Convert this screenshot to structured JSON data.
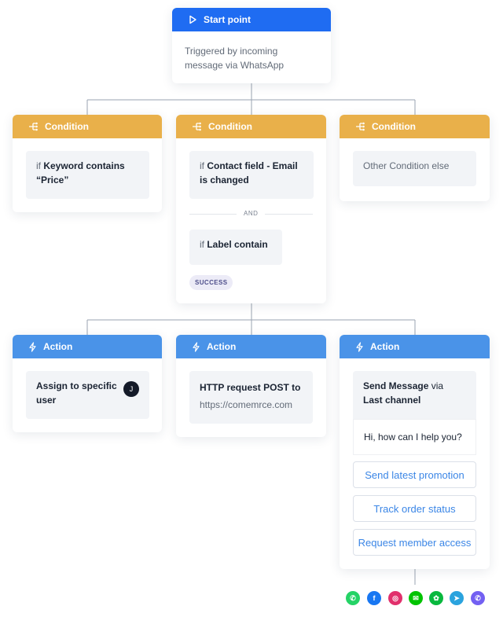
{
  "start": {
    "title": "Start point",
    "line1": "Triggered by incoming",
    "line2": "message via WhatsApp"
  },
  "conditions": [
    {
      "title": "Condition",
      "prefix": "if ",
      "bold": "Keyword contains",
      "bold2": "“Price”"
    },
    {
      "title": "Condition",
      "prefix": "if ",
      "bold": "Contact field - Email",
      "bold2": "is changed",
      "and_label": "AND",
      "prefix2": "if ",
      "bold3": "Label contain",
      "badge": "SUCCESS"
    },
    {
      "title": "Condition",
      "text": "Other Condition else"
    }
  ],
  "actions": [
    {
      "title": "Action",
      "bold": "Assign to specific",
      "bold2": "user",
      "avatar": "J"
    },
    {
      "title": "Action",
      "bold": "HTTP request POST to",
      "url": "https://comemrce.com"
    },
    {
      "title": "Action",
      "bold": "Send Message",
      "via": " via",
      "bold2": "Last channel",
      "message": "Hi, how can I help you?",
      "options": [
        "Send latest promotion",
        "Track order status",
        "Request member access"
      ]
    }
  ],
  "channels": [
    {
      "icon": "whatsapp-icon",
      "color": "#25d366",
      "glyph": "✆"
    },
    {
      "icon": "facebook-icon",
      "color": "#1877f2",
      "glyph": "f"
    },
    {
      "icon": "instagram-icon",
      "color": "#e1306c",
      "glyph": "◎"
    },
    {
      "icon": "line-icon",
      "color": "#00c300",
      "glyph": "✉"
    },
    {
      "icon": "wechat-icon",
      "color": "#09b83e",
      "glyph": "✿"
    },
    {
      "icon": "telegram-icon",
      "color": "#2aa3de",
      "glyph": "➤"
    },
    {
      "icon": "viber-icon",
      "color": "#7360f2",
      "glyph": "✆"
    }
  ]
}
